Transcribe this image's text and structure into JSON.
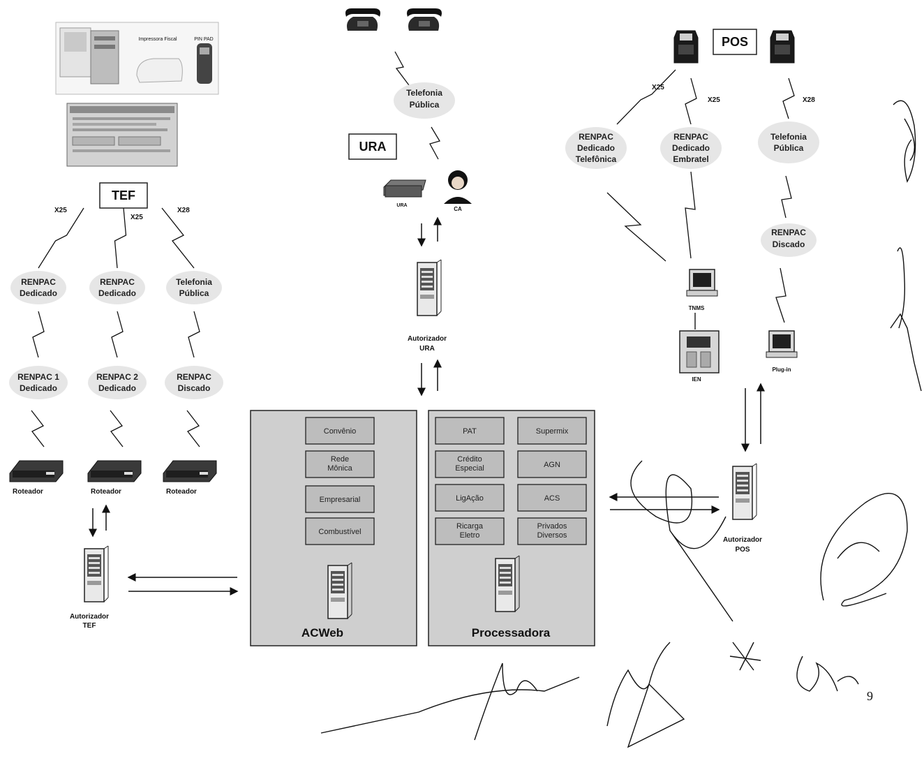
{
  "tef": {
    "title": "TEF",
    "screenshot_caption_1": "Impressora Fiscal",
    "screenshot_caption_2": "PIN PAD",
    "links": [
      {
        "protocol": "X25",
        "network": [
          "RENPAC",
          "Dedicado"
        ],
        "line": [
          "RENPAC 1",
          "Dedicado"
        ],
        "device": "Roteador"
      },
      {
        "protocol": "X25",
        "network": [
          "RENPAC",
          "Dedicado"
        ],
        "line": [
          "RENPAC 2",
          "Dedicado"
        ],
        "device": "Roteador"
      },
      {
        "protocol": "X28",
        "network": [
          "Telefonia",
          "Pública"
        ],
        "line": [
          "RENPAC",
          "Discado"
        ],
        "device": "Roteador"
      }
    ],
    "authorizer": [
      "Autorizador",
      "TEF"
    ]
  },
  "ura": {
    "title": "URA",
    "network": [
      "Telefonia",
      "Pública"
    ],
    "device_label": "URA",
    "person_label": "CA",
    "authorizer": [
      "Autorizador",
      "URA"
    ]
  },
  "pos": {
    "title": "POS",
    "links": [
      {
        "protocol": "X25",
        "network": [
          "RENPAC",
          "Dedicado",
          "Telefônica"
        ]
      },
      {
        "protocol": "X25",
        "network": [
          "RENPAC",
          "Dedicado",
          "Embratel"
        ]
      },
      {
        "protocol": "X28",
        "network": [
          "Telefonia",
          "Pública"
        ]
      }
    ],
    "discado": [
      "RENPAC",
      "Discado"
    ],
    "tnms": "TNMS",
    "ien": "IEN",
    "plugin": "Plug-in",
    "authorizer": [
      "Autorizador",
      "POS"
    ]
  },
  "acweb": {
    "title": "ACWeb",
    "modules": [
      "Convênio",
      [
        "Rede",
        "Mônica"
      ],
      "Empresarial",
      "Combustível"
    ]
  },
  "processadora": {
    "title": "Processadora",
    "modules_left": [
      "PAT",
      [
        "Crédito",
        "Especial"
      ],
      "LigAção",
      [
        "Ricarga",
        "Eletro"
      ]
    ],
    "modules_right": [
      "Supermix",
      "AGN",
      "ACS",
      [
        "Privados",
        "Diversos"
      ]
    ]
  },
  "page_number": "9",
  "colors": {
    "panel": "#cfcfcf",
    "module": "#bdbdbd",
    "cloud": "#e6e6e6",
    "stroke": "#222222"
  }
}
